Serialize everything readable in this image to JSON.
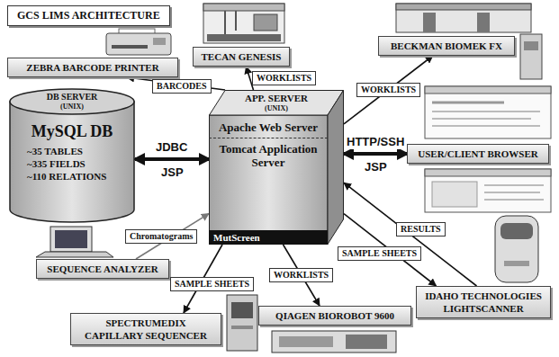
{
  "diagram": {
    "title": "GCS LIMS ARCHITECTURE",
    "nodes": [
      {
        "text": [
          "ZEBRA BARCODE PRINTER"
        ]
      },
      {
        "text": [
          "TECAN GENESIS"
        ]
      },
      {
        "text": [
          "BECKMAN BIOMEK FX"
        ]
      },
      {
        "text": [
          "DB SERVER",
          "(UNIX)",
          "MySQL DB",
          "~35 TABLES",
          "~335 FIELDS",
          "~110 RELATIONS"
        ]
      },
      {
        "text": [
          "APP. SERVER",
          "(UNIX)",
          "Apache Web Server",
          "Tomcat Application Server",
          "MutScreen"
        ]
      },
      {
        "text": [
          "USER/CLIENT BROWSER"
        ]
      },
      {
        "text": [
          "SEQUENCE ANALYZER"
        ]
      },
      {
        "text": [
          "SPECTRUMEDIX CAPILLARY SEQUENCER"
        ]
      },
      {
        "text": [
          "QIAGEN BIOROBOT 9600"
        ]
      },
      {
        "text": [
          "IDAHO TECHNOLOGIES LIGHTSCANNER"
        ]
      }
    ],
    "edges": [
      {
        "from": 4,
        "to": 0,
        "label": "BARCODES",
        "arrow": "to"
      },
      {
        "from": 4,
        "to": 1,
        "label": "WORKLISTS",
        "arrow": "to"
      },
      {
        "from": 4,
        "to": 2,
        "label": "WORKLISTS",
        "arrow": "to"
      },
      {
        "from": 3,
        "to": 4,
        "label": "JDBC",
        "arrow": "both"
      },
      {
        "from": 4,
        "to": 5,
        "label": "HTTP/SSH",
        "arrow": "both"
      },
      {
        "from": 6,
        "to": 4,
        "label": "Chromatograms",
        "arrow": "to"
      },
      {
        "from": 4,
        "to": 7,
        "label": "SAMPLE SHEETS",
        "arrow": "to"
      },
      {
        "from": 4,
        "to": 8,
        "label": "WORKLISTS",
        "arrow": "to"
      },
      {
        "from": 9,
        "to": 4,
        "label": "RESULTS",
        "arrow": "to"
      },
      {
        "from": 4,
        "to": 9,
        "label": "SAMPLE SHEETS",
        "arrow": "to"
      }
    ],
    "labels": [
      "JSP",
      "JSP"
    ]
  }
}
